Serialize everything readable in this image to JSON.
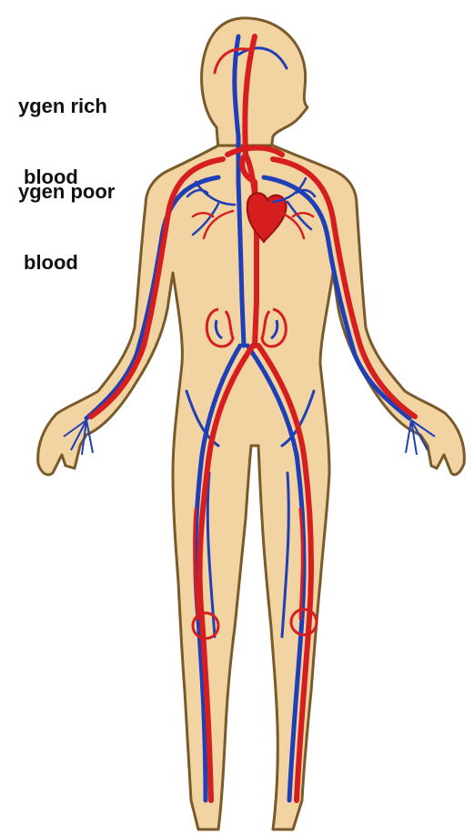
{
  "legend": {
    "oxygen_rich_line1": "ygen rich",
    "oxygen_rich_line2": "blood",
    "oxygen_poor_line1": "ygen poor",
    "oxygen_poor_line2": "blood"
  },
  "colors": {
    "skin": "#f2d3a2",
    "outline": "#7a5a2a",
    "artery": "#d61e1e",
    "vein": "#1f3fb8",
    "text": "#111111"
  },
  "figure_subject": "human-circulatory-system"
}
